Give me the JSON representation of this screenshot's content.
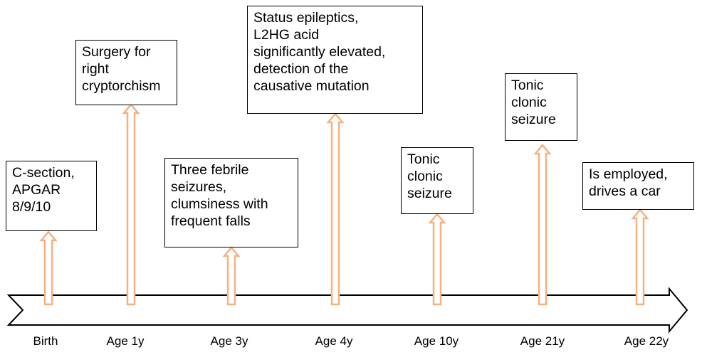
{
  "timeline": {
    "arrow_color": "#F4B183",
    "events": [
      {
        "label": "Birth",
        "lines": [
          "C-section,",
          "APGAR",
          "8/9/10"
        ]
      },
      {
        "label": "Age 1y",
        "lines": [
          "Surgery for",
          "right",
          "cryptorchism"
        ]
      },
      {
        "label": "Age 3y",
        "lines": [
          "Three febrile",
          "seizures,",
          "clumsiness with",
          "frequent falls"
        ]
      },
      {
        "label": "Age 4y",
        "lines": [
          "Status epileptics,",
          "L2HG acid",
          "significantly elevated,",
          "detection of the",
          "causative mutation"
        ]
      },
      {
        "label": "Age 10y",
        "lines": [
          "Tonic",
          "clonic",
          "seizure"
        ]
      },
      {
        "label": "Age 21y",
        "lines": [
          "Tonic",
          "clonic",
          "seizure"
        ]
      },
      {
        "label": "Age 22y",
        "lines": [
          "Is employed,",
          "drives a car"
        ]
      }
    ]
  }
}
